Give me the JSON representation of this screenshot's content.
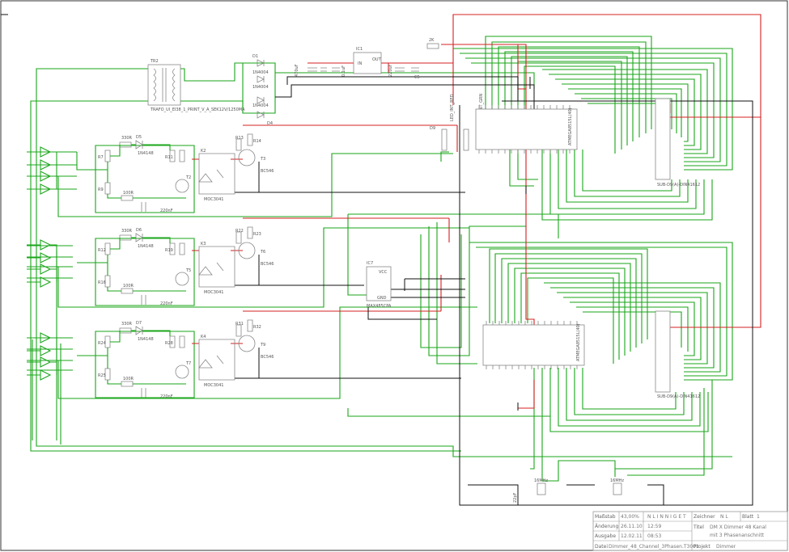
{
  "components": {
    "tr2": "TR2",
    "tr2_desc": "TRAFO_UI_EI38_1_PRINT_V_A_SEK12V/1250MA",
    "d1": "D1",
    "d2_label": "1N4004",
    "d3_label": "1N4004",
    "d4_label": "1N4004",
    "d4": "D4",
    "ic1": "IC1",
    "ic1_in": "IN",
    "ic1_out": "OUT",
    "cap_470": "470uF",
    "cap_100n": "0.1uF",
    "cap_220": "220uF",
    "c5": "C5",
    "r_top": "2K",
    "d9": "D9",
    "led1": "LED_INT_RED",
    "led2": "LED_INT_GRN",
    "mcu1": "ATMEGA8515L(40)",
    "mcu2": "ATMEGA8515L(40)",
    "sub_d_1": "SUB-D9(A)-DIN41612",
    "sub_d_2": "SUB-D9(A)-DIN41612",
    "ic7": "IC7",
    "ic7_vcc": "VCC",
    "ic7_gnd": "GND",
    "ic7_name": "MAX485CPA",
    "channels": [
      {
        "r1": "330R",
        "d": "D5",
        "d_type": "1N4148",
        "rs": "R7",
        "rb": "R9",
        "rc": "100R",
        "rp": "R11",
        "k": "K2",
        "t": "T3",
        "t2": "T2",
        "tbc": "BC546",
        "rt1": "R13",
        "rt2": "R14",
        "opto": "MOC3041",
        "cap": "220nF"
      },
      {
        "r1": "330R",
        "d": "D6",
        "d_type": "1N4148",
        "rs": "R12",
        "rb": "R16",
        "rc": "100R",
        "rp": "R19",
        "k": "K3",
        "t": "T6",
        "t2": "T5",
        "tbc": "BC546",
        "rt1": "R22",
        "rt2": "R23",
        "opto": "MOC3041",
        "cap": "220nF"
      },
      {
        "r1": "330R",
        "d": "D7",
        "d_type": "1N4148",
        "rs": "R24",
        "rb": "R25",
        "rc": "100R",
        "rp": "R28",
        "k": "K4",
        "t": "T9",
        "t2": "T7",
        "tbc": "BC546",
        "rt1": "R31",
        "rt2": "R32",
        "opto": "MOC3041",
        "cap": "220nF"
      }
    ],
    "xtal1": "16MHz",
    "xtal2": "16MHz",
    "xtal_cap": "22pF"
  },
  "title_block": {
    "massstab_label": "Maßstab",
    "massstab": "43,00%",
    "nl": "N L I N N I G E T",
    "aenderung_label": "Änderung",
    "aenderung_date": "26.11.10",
    "aenderung_time": "12:59",
    "ausgabe_label": "Ausgabe",
    "ausgabe_date": "12.02.11",
    "ausgabe_time": "08:53",
    "datei_label": "Datei",
    "datei": "Dimmer_48_Channel_3Phasen.T3001",
    "zeichner_label": "Zeichner",
    "zeichner": "N L",
    "blatt_label": "Blatt",
    "blatt": "1",
    "titel_label": "Titel",
    "titel_line1": "DM X Dimmer 48 Kanal",
    "titel_line2": "mit 3 Phasenanschnitt",
    "projekt_label": "Projekt",
    "projekt": "Dimmer"
  }
}
